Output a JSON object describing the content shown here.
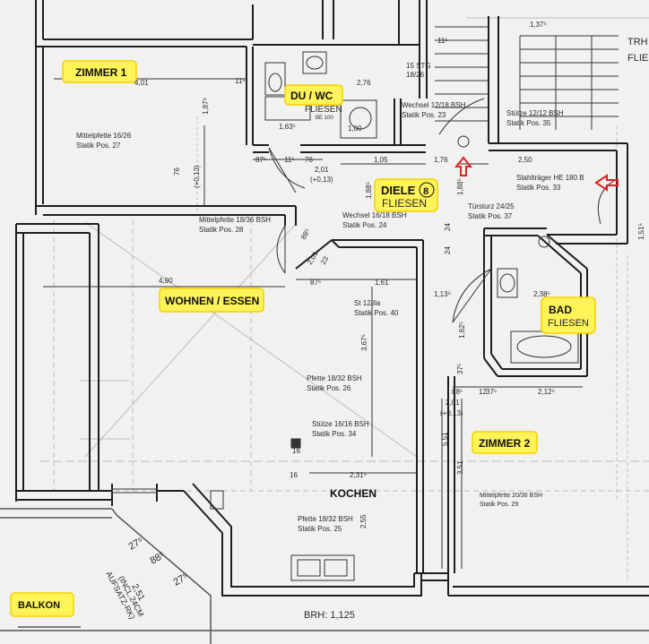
{
  "rooms": {
    "zimmer1": "ZIMMER 1",
    "du_wc": "DU / WC",
    "du_wc_floor": "FLIESEN",
    "diele": "DIELE",
    "diele_num": "8",
    "diele_floor": "FLIESEN",
    "wohnen": "WOHNEN / ESSEN",
    "kochen": "KOCHEN",
    "zimmer2": "ZIMMER 2",
    "bad": "BAD",
    "bad_floor": "FLIESEN",
    "balkon": "BALKON",
    "trh": "TRH",
    "trh_floor": "FLIES"
  },
  "notes": {
    "mittelpfette_1626": "Mittelpfette 16/26",
    "statik_27": "Statik Pos. 27",
    "mittelpfette_1836": "Mittelpfette 18/36 BSH",
    "statik_28": "Statik Pos. 28",
    "wechsel_1618": "Wechsel 16/18 BSH",
    "statik_24": "Statik Pos. 24",
    "wechsel_12": "Wechsel 12/18 BSH",
    "statik_23": "Statik Pos. 23",
    "stuetze_1212": "Stütze 12/12 BSH",
    "statik_35": "Statik Pos. 35",
    "stahltraeger": "Stahlträger HE 180 B",
    "statik_33": "Statik Pos. 33",
    "tuersturz": "Türsturz 24/25",
    "statik_37": "Statik Pos. 37",
    "st12": "St 12/Ila",
    "statik_40": "Statik Pos. 40",
    "pfette_1832_a": "Pfette 18/32 BSH",
    "statik_26": "Statik Pos. 26",
    "stuetze_1616": "Stütze 16/16 BSH",
    "statik_34": "Statik Pos. 34",
    "pfette_1832_b": "Pfette 18/32 BSH",
    "statik_25": "Statik Pos. 25",
    "mittelpfette_2036": "Mittelpfette 20/36 BSH",
    "statik_29": "Statik Pos. 29",
    "be": "BE 100",
    "stg": "15 STG",
    "stg2": "18/26",
    "brh": "BRH: 1,125",
    "balkon_dim1": "2,51",
    "balkon_dim2": "(INCL.24CM",
    "balkon_dim3": "AUFSATZ-RK)"
  },
  "dims": {
    "d401": "4,01",
    "d115a": "11⁵",
    "d276": "2,76",
    "d137": "1,37⁵",
    "d187": "1,87⁵",
    "d163": "1,63⁵",
    "d100": "1,00",
    "d87a": "87⁵",
    "d11a": "11⁵",
    "d76a": "76",
    "d201": "2,01",
    "d013": "(+0,13)",
    "d105": "1,05",
    "d176": "1,76",
    "d250": "2,50",
    "d188": "1,88⁵",
    "d188b": "1,88⁵",
    "d151": "1,51⁵",
    "d76b": "76",
    "d013b": "(+0,13)",
    "d490": "4,90",
    "d88": "88⁵",
    "d201b": "2,01",
    "d87b": "87⁵",
    "d161": "1,61",
    "d23": "23",
    "d24a": "24",
    "d24b": "24",
    "d113": "1,13⁵",
    "d162": "1,62⁵",
    "d238": "2,38⁵",
    "d367": "3,67⁵",
    "d88b": "88⁵",
    "d12": "12",
    "d37": "37⁵",
    "d212": "2,12⁵",
    "d201c": "2,01",
    "d013c": "(+0,13)",
    "d551": "5,51",
    "d351": "3,51",
    "d231": "2,31⁵",
    "d16a": "16",
    "d16b": "16",
    "d255": "2,55",
    "d27a": "27⁵",
    "d88c": "88⁵",
    "d27b": "27⁵",
    "d37b": "37⁵",
    "d115b": "11⁵"
  }
}
